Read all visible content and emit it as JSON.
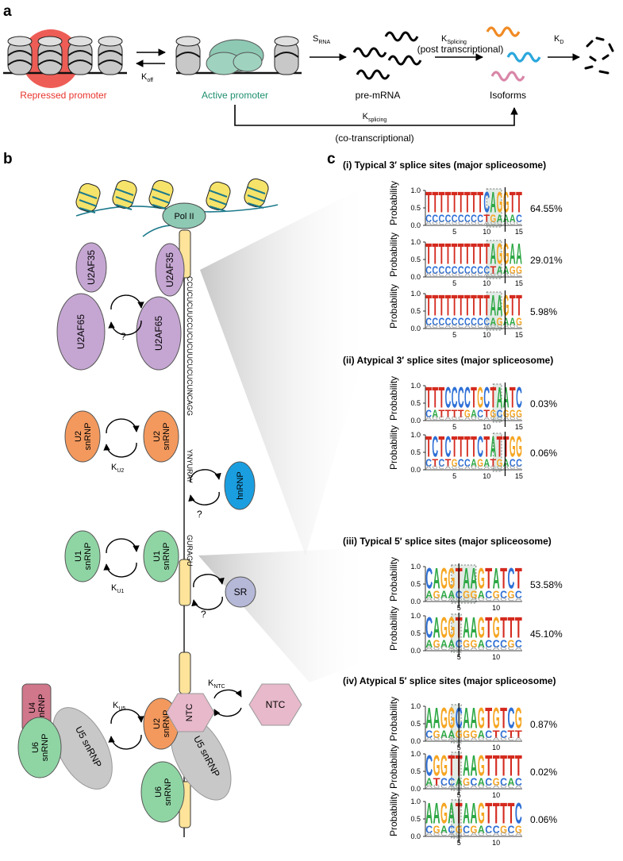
{
  "panel_a": {
    "label": "a",
    "repressed_promoter": "Repressed promoter",
    "active_promoter": "Active promoter",
    "koff": "K",
    "koff_sub": "off",
    "srna": "S",
    "srna_sub": "RNA",
    "premrna": "pre-mRNA",
    "ksplicing_post": "K",
    "ksplicing_post_sub": "Splicing",
    "post_transcriptional": "(post transcriptional)",
    "kd": "K",
    "kd_sub": "D",
    "isoforms": "Isoforms",
    "ksplicing_co": "K",
    "ksplicing_co_sub": "splicing",
    "co_transcriptional": "(co-transcriptional)",
    "colors": {
      "repressed": "#e8342c",
      "active": "#1f8f6e",
      "iso1": "#f08a24",
      "iso2": "#2aa7dc",
      "iso3": "#d986a8"
    }
  },
  "panel_b": {
    "label": "b",
    "pol2": "Pol II",
    "u2af35": "U2AF35",
    "u2af65": "U2AF65",
    "question": "?",
    "pyrimidine_seq": "CCUCUCUUCCUCUCUUCUCUCUNCAGG",
    "branch_seq": "YNYURAY",
    "u2_a": "U2",
    "u2_b": "snRNP",
    "ku2": "K",
    "ku2_sub": "U2",
    "hnrnp": "hnRNP",
    "five_seq": "GURAGU",
    "u1_a": "U1",
    "u1_b": "snRNP",
    "ku1": "K",
    "ku1_sub": "U1",
    "sr": "SR",
    "kntc": "K",
    "kntc_sub": "NTC",
    "ntc": "NTC",
    "u4_a": "U4",
    "u4_b": "snRNP",
    "u5": "U5 snRNP",
    "u6_a": "U6",
    "u6_b": "snRNP",
    "ku5": "K",
    "ku5_sub": "U5",
    "colors": {
      "u2af": "#c5a6d2",
      "u2": "#f3995e",
      "u1": "#8fd5a4",
      "hnrnp": "#1a9ee0",
      "sr": "#b6b8d8",
      "ntc": "#e7b9ca",
      "u4": "#d0778b",
      "u5": "#c8c8c8",
      "u6": "#8fd5a4",
      "exon": "#fde49a",
      "pol2": "#8ec9b4",
      "nucleosome": "#f6e36a"
    }
  },
  "panel_c": {
    "label": "c",
    "ylabel": "Probability",
    "yticks": [
      "1.0",
      "0.5",
      "0.0"
    ],
    "sections": [
      {
        "title": "(i) Typical 3′ splice sites (major spliceosome)",
        "logos": [
          {
            "pct": "64.55%",
            "cols": [
              [
                "T",
                "C"
              ],
              [
                "T",
                "C"
              ],
              [
                "T",
                "C"
              ],
              [
                "T",
                "C"
              ],
              [
                "T",
                "C"
              ],
              [
                "T",
                "C"
              ],
              [
                "T",
                "C"
              ],
              [
                "T",
                "C"
              ],
              [
                "T",
                "C"
              ],
              [
                "C",
                "T"
              ],
              [
                "A",
                "G"
              ],
              [
                "G",
                "A"
              ],
              [
                "G",
                "A"
              ],
              [
                "T",
                "A"
              ],
              [
                "T",
                "C"
              ]
            ]
          },
          {
            "pct": "29.01%",
            "cols": [
              [
                "T",
                "C"
              ],
              [
                "T",
                "C"
              ],
              [
                "T",
                "C"
              ],
              [
                "T",
                "C"
              ],
              [
                "T",
                "C"
              ],
              [
                "T",
                "C"
              ],
              [
                "T",
                "C"
              ],
              [
                "T",
                "C"
              ],
              [
                "T",
                "C"
              ],
              [
                "T",
                "C"
              ],
              [
                "A",
                "T"
              ],
              [
                "G",
                "A"
              ],
              [
                "G",
                "A"
              ],
              [
                "A",
                "G"
              ],
              [
                "A",
                "G"
              ]
            ]
          },
          {
            "pct": "5.98%",
            "cols": [
              [
                "T",
                "C"
              ],
              [
                "T",
                "C"
              ],
              [
                "T",
                "C"
              ],
              [
                "T",
                "C"
              ],
              [
                "T",
                "C"
              ],
              [
                "T",
                "C"
              ],
              [
                "T",
                "C"
              ],
              [
                "T",
                "C"
              ],
              [
                "T",
                "C"
              ],
              [
                "T",
                "C"
              ],
              [
                "A",
                "A"
              ],
              [
                "A",
                "G"
              ],
              [
                "G",
                "A"
              ],
              [
                "T",
                "A"
              ],
              [
                "T",
                "G"
              ]
            ]
          }
        ],
        "xticks": [
          "5",
          "10",
          "15"
        ]
      },
      {
        "title": "(ii) Atypical 3′ splice sites (major spliceosome)",
        "logos": [
          {
            "pct": "0.03%",
            "cols": [
              [
                "T",
                "C"
              ],
              [
                "T",
                "A"
              ],
              [
                "T",
                "T"
              ],
              [
                "C",
                "T"
              ],
              [
                "C",
                "T"
              ],
              [
                "C",
                "T"
              ],
              [
                "C",
                "G"
              ],
              [
                "T",
                "A"
              ],
              [
                "G",
                "C"
              ],
              [
                "C",
                "T"
              ],
              [
                "T",
                "G"
              ],
              [
                "A",
                "C"
              ],
              [
                "A",
                "G"
              ],
              [
                "T",
                "G"
              ],
              [
                "C",
                "G"
              ]
            ]
          },
          {
            "pct": "0.06%",
            "cols": [
              [
                "T",
                "C"
              ],
              [
                "C",
                "T"
              ],
              [
                "T",
                "C"
              ],
              [
                "C",
                "T"
              ],
              [
                "T",
                "G"
              ],
              [
                "T",
                "C"
              ],
              [
                "T",
                "C"
              ],
              [
                "T",
                "A"
              ],
              [
                "C",
                "G"
              ],
              [
                "T",
                "A"
              ],
              [
                "A",
                "T"
              ],
              [
                "T",
                "G"
              ],
              [
                "T",
                "A"
              ],
              [
                "G",
                "C"
              ],
              [
                "G",
                "C"
              ]
            ]
          }
        ],
        "xticks": [
          "5",
          "10",
          "15"
        ]
      },
      {
        "title": "(iii) Typical 5′ splice sites (major spliceosome)",
        "logos": [
          {
            "pct": "53.58%",
            "cols": [
              [
                "C",
                "A"
              ],
              [
                "A",
                "G"
              ],
              [
                "G",
                "A"
              ],
              [
                "G",
                "A"
              ],
              [
                "T",
                "C"
              ],
              [
                "A",
                "G"
              ],
              [
                "A",
                "G"
              ],
              [
                "G",
                "A"
              ],
              [
                "T",
                "C"
              ],
              [
                "A",
                "G"
              ],
              [
                "T",
                "C"
              ],
              [
                "C",
                "G"
              ],
              [
                "T",
                "C"
              ]
            ]
          },
          {
            "pct": "45.10%",
            "cols": [
              [
                "C",
                "A"
              ],
              [
                "A",
                "G"
              ],
              [
                "G",
                "A"
              ],
              [
                "G",
                "A"
              ],
              [
                "T",
                "C"
              ],
              [
                "A",
                "G"
              ],
              [
                "A",
                "G"
              ],
              [
                "G",
                "A"
              ],
              [
                "T",
                "C"
              ],
              [
                "G",
                "C"
              ],
              [
                "T",
                "C"
              ],
              [
                "T",
                "G"
              ],
              [
                "T",
                "C"
              ]
            ]
          }
        ],
        "xticks": [
          "5",
          "10"
        ]
      },
      {
        "title": "(iv) Atypical 5′ splice sites (major spliceosome)",
        "logos": [
          {
            "pct": "0.87%",
            "cols": [
              [
                "A",
                "C"
              ],
              [
                "A",
                "G"
              ],
              [
                "G",
                "A"
              ],
              [
                "G",
                "A"
              ],
              [
                "C",
                "G"
              ],
              [
                "A",
                "G"
              ],
              [
                "A",
                "G"
              ],
              [
                "G",
                "A"
              ],
              [
                "T",
                "C"
              ],
              [
                "G",
                "T"
              ],
              [
                "T",
                "C"
              ],
              [
                "C",
                "T"
              ],
              [
                "G",
                "T"
              ]
            ]
          },
          {
            "pct": "0.02%",
            "cols": [
              [
                "C",
                "A"
              ],
              [
                "G",
                "T"
              ],
              [
                "G",
                "C"
              ],
              [
                "T",
                "C"
              ],
              [
                "T",
                "A"
              ],
              [
                "A",
                "G"
              ],
              [
                "A",
                "C"
              ],
              [
                "G",
                "A"
              ],
              [
                "T",
                "C"
              ],
              [
                "T",
                "G"
              ],
              [
                "T",
                "C"
              ],
              [
                "T",
                "A"
              ],
              [
                "T",
                "C"
              ]
            ]
          },
          {
            "pct": "0.06%",
            "cols": [
              [
                "A",
                "C"
              ],
              [
                "A",
                "G"
              ],
              [
                "G",
                "A"
              ],
              [
                "A",
                "C"
              ],
              [
                "T",
                "G"
              ],
              [
                "A",
                "C"
              ],
              [
                "A",
                "G"
              ],
              [
                "G",
                "A"
              ],
              [
                "T",
                "C"
              ],
              [
                "T",
                "C"
              ],
              [
                "T",
                "G"
              ],
              [
                "T",
                "C"
              ],
              [
                "C",
                "G"
              ]
            ]
          }
        ],
        "xticks": [
          "5",
          "10"
        ]
      }
    ]
  }
}
